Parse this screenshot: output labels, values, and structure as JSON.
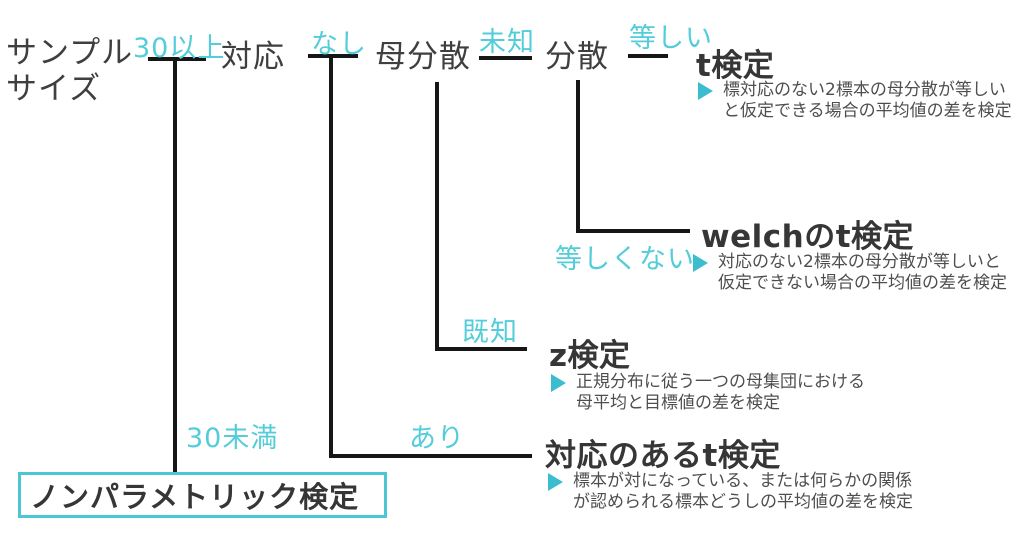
{
  "colors": {
    "accent_label": "#52cdd9",
    "bullet": "#3cbccf",
    "box_border": "#4ac6d4",
    "line": "#161616",
    "node_text": "#3f3f3f",
    "title_text": "#363636",
    "desc_text": "#4e4e4e"
  },
  "root": {
    "line1": "サンプル",
    "line2": "サイズ"
  },
  "nodes": {
    "pairing": "対応",
    "population_variance": "母分散",
    "variance": "分散"
  },
  "branch_labels": {
    "ge30": "30以上",
    "lt30": "30未満",
    "none": "なし",
    "yes": "あり",
    "unknown": "未知",
    "known": "既知",
    "equal": "等しい",
    "not_equal": "等しくない"
  },
  "results": {
    "t_test": {
      "title": "t検定",
      "desc1": "標対応のない2標本の母分散が等しい",
      "desc2": "と仮定できる場合の平均値の差を検定"
    },
    "welch_t_test": {
      "title": "welchのt検定",
      "desc1": "対応のない2標本の母分散が等しいと",
      "desc2": "仮定できない場合の平均値の差を検定"
    },
    "z_test": {
      "title": "z検定",
      "desc1": "正規分布に従う一つの母集団における",
      "desc2": "母平均と目標値の差を検定"
    },
    "paired_t_test": {
      "title": "対応のあるt検定",
      "desc1": "標本が対になっている、または何らかの関係",
      "desc2": "が認められる標本どうしの平均値の差を検定"
    },
    "nonparametric": {
      "title": "ノンパラメトリック検定"
    }
  }
}
